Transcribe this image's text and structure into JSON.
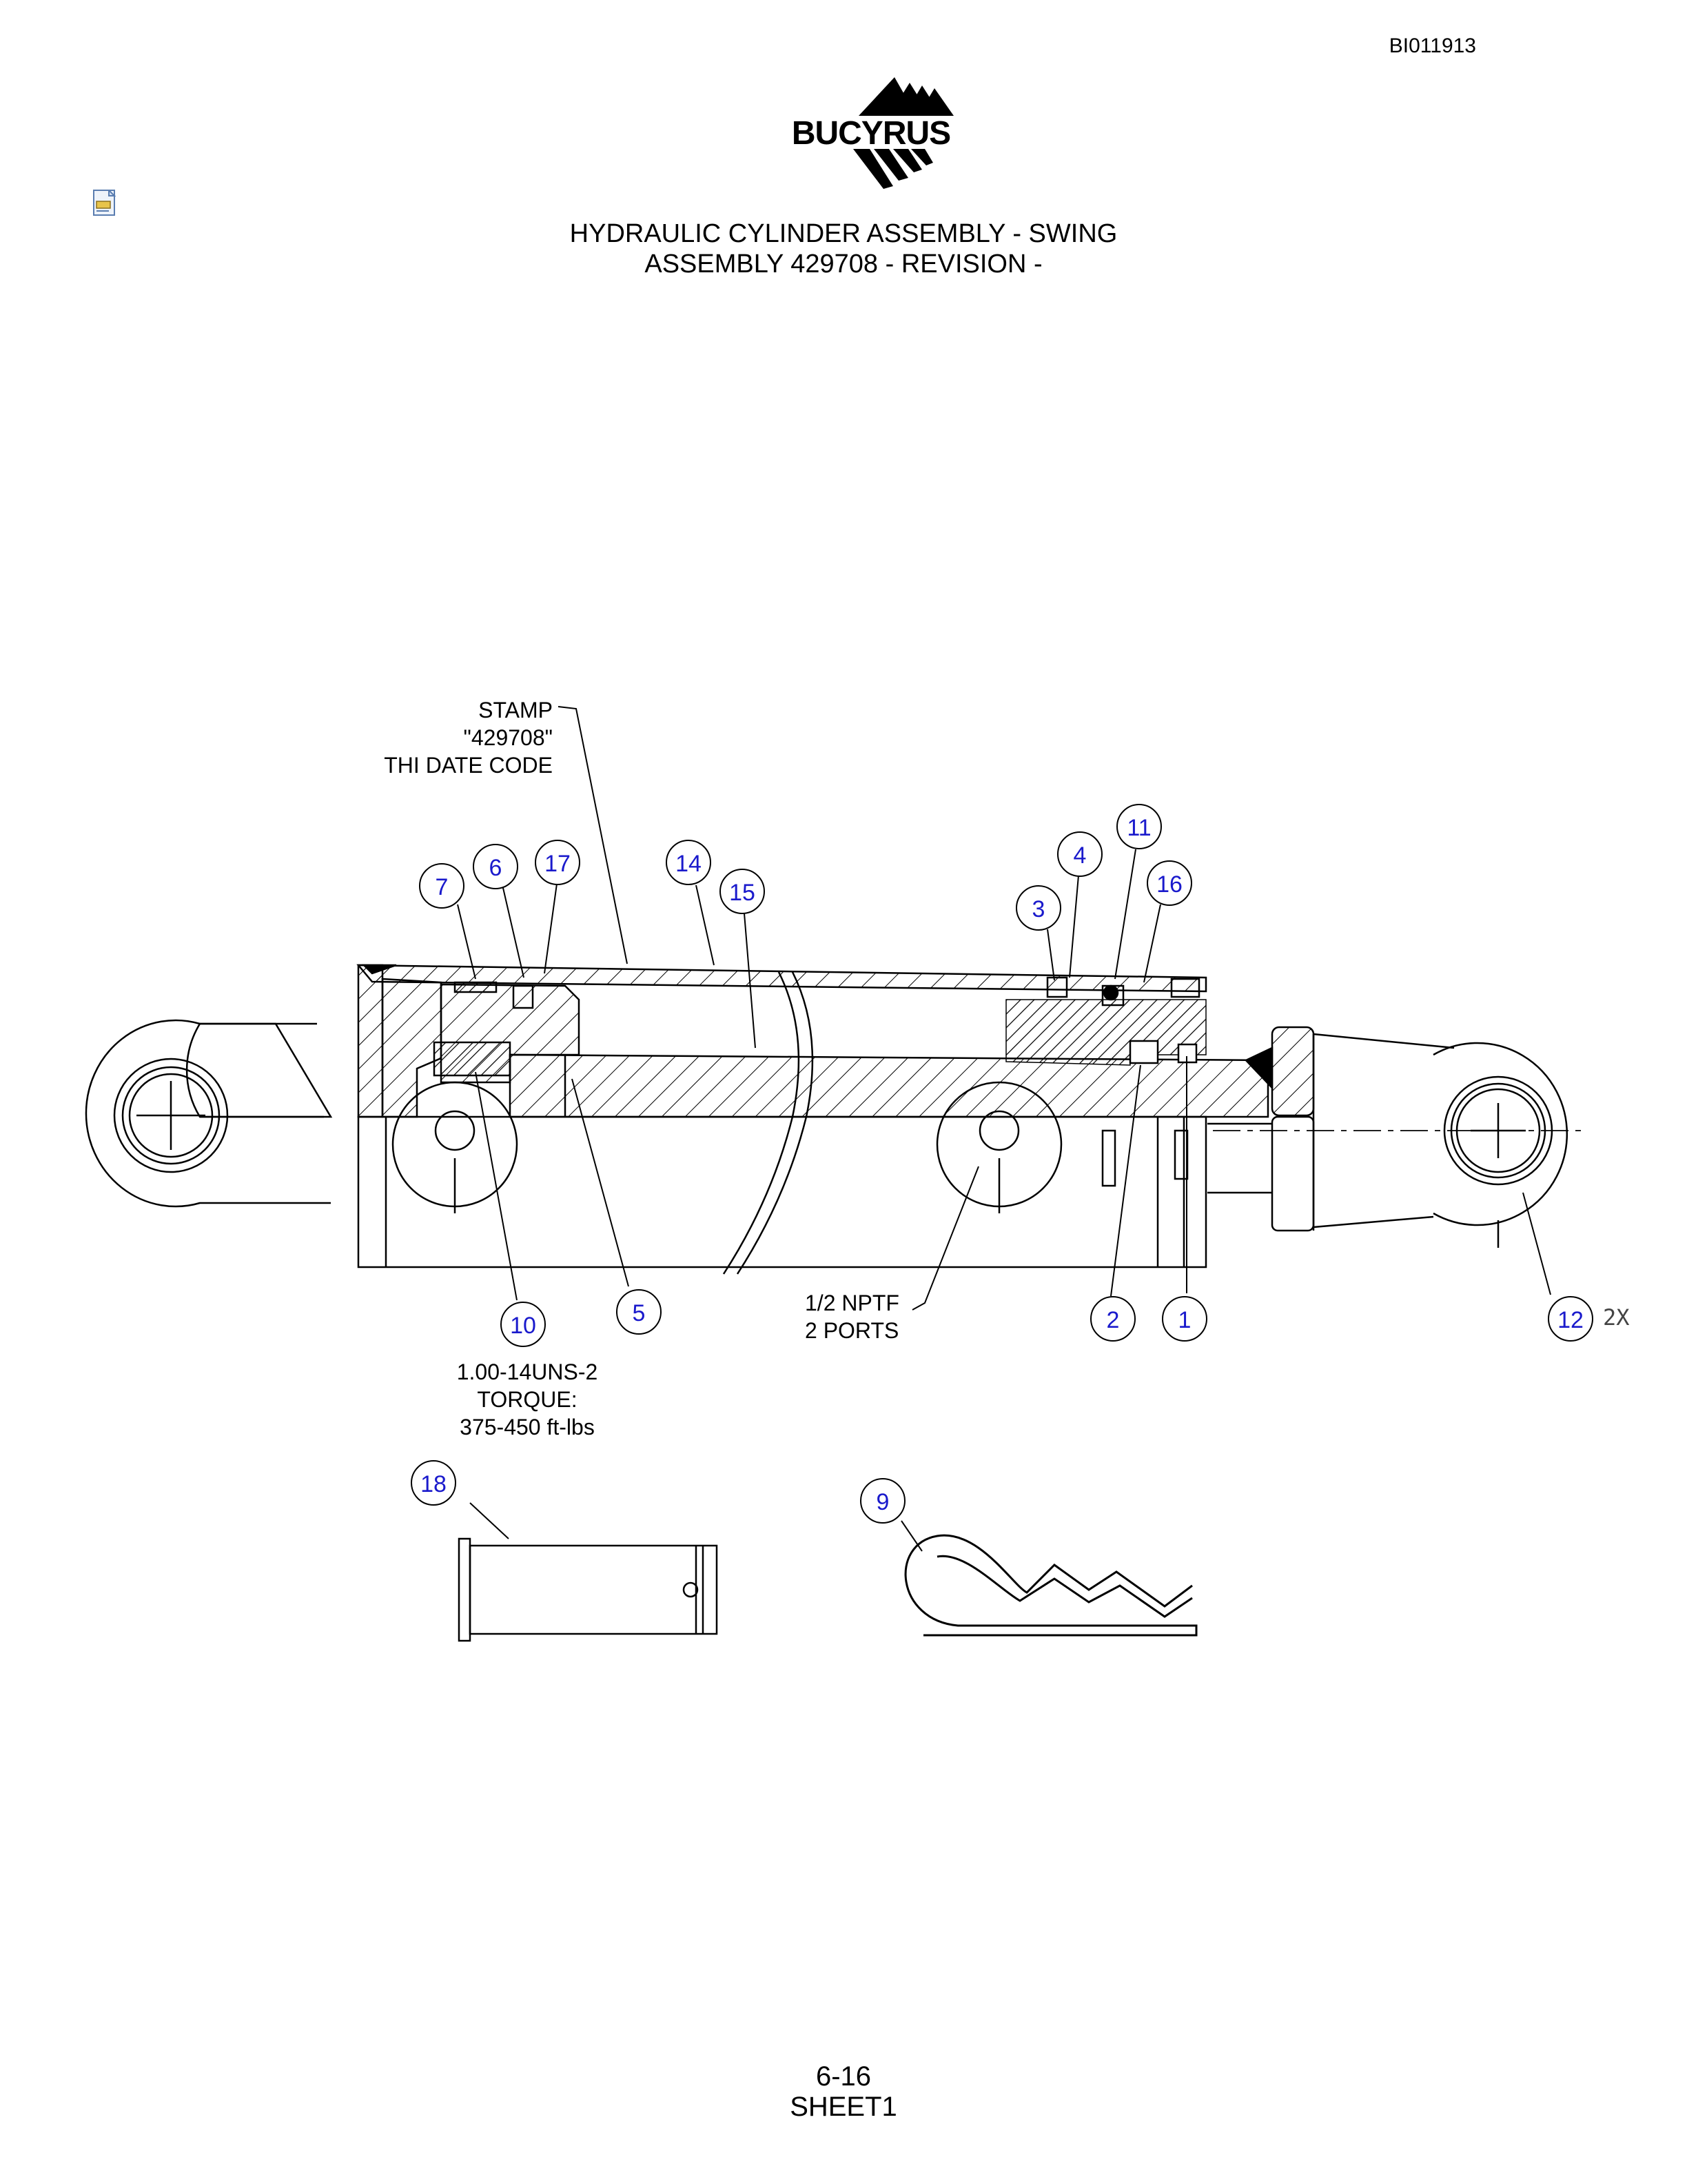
{
  "document": {
    "id": "BI011913",
    "title_line1": "HYDRAULIC CYLINDER ASSEMBLY - SWING",
    "title_line2": "ASSEMBLY 429708 - REVISION -",
    "page_number": "6-16",
    "sheet": "SHEET1"
  },
  "logo": {
    "text": "BUCYRUS",
    "icon": "bucyrus-mountain-logo"
  },
  "notes": {
    "stamp_l1": "STAMP",
    "stamp_l2": "\"429708\"",
    "stamp_l3": "THI DATE CODE",
    "port_l1": "1/2 NPTF",
    "port_l2": "2 PORTS",
    "thread_l1": "1.00-14UNS-2",
    "thread_l2": "TORQUE:",
    "thread_l3": "375-450 ft-lbs",
    "qty": "2X"
  },
  "balloons": [
    "1",
    "2",
    "3",
    "4",
    "5",
    "6",
    "7",
    "9",
    "10",
    "11",
    "12",
    "14",
    "15",
    "16",
    "17",
    "18"
  ],
  "colors": {
    "balloon_text": "#1a1acc",
    "line": "#000000"
  }
}
